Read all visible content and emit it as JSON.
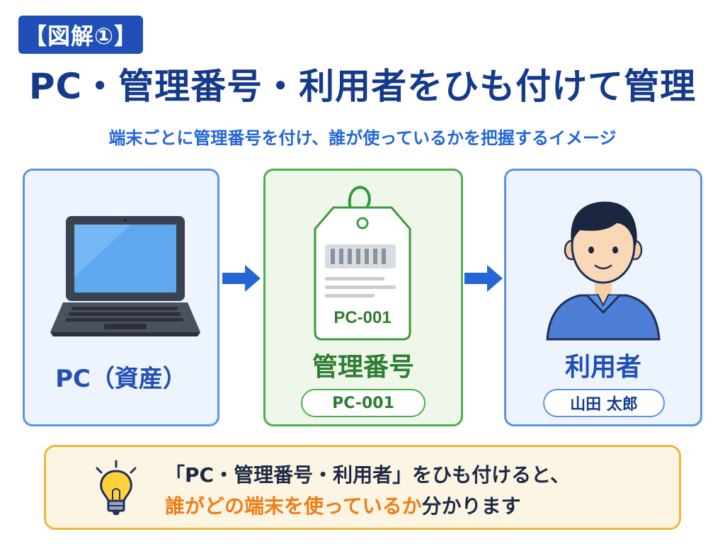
{
  "header": {
    "badge": "【図解①】",
    "title": "PC・管理番号・利用者をひも付けて管理",
    "subtitle": "端末ごとに管理番号を付け、誰が使っているかを把握するイメージ"
  },
  "cards": {
    "pc": {
      "title": "PC（資産）",
      "icon": "laptop-icon"
    },
    "tag": {
      "title": "管理番号",
      "tag_text": "PC-001",
      "pill": "PC-001",
      "icon": "asset-tag-icon"
    },
    "user": {
      "title": "利用者",
      "pill": "山田 太郎",
      "icon": "person-avatar-icon"
    }
  },
  "note": {
    "line1": "「PC・管理番号・利用者」をひも付けると、",
    "line2_highlight": "誰がどの端末を使っているか",
    "line2_rest": "分かります",
    "icon": "lightbulb-icon"
  },
  "colors": {
    "navy": "#153a8c",
    "blue": "#1f4fb7",
    "green": "#2e7d32",
    "orange": "#f07c14",
    "note_bg": "#fdf5e3"
  }
}
